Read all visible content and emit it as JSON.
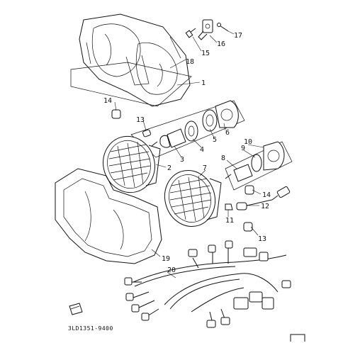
{
  "diagram": {
    "part_code": "3LD1351-9400",
    "callouts": [
      "1",
      "2",
      "3",
      "4",
      "5",
      "6",
      "7",
      "8",
      "9",
      "10",
      "11",
      "12",
      "13",
      "13",
      "14",
      "14",
      "15",
      "16",
      "17",
      "18",
      "19",
      "20"
    ]
  }
}
